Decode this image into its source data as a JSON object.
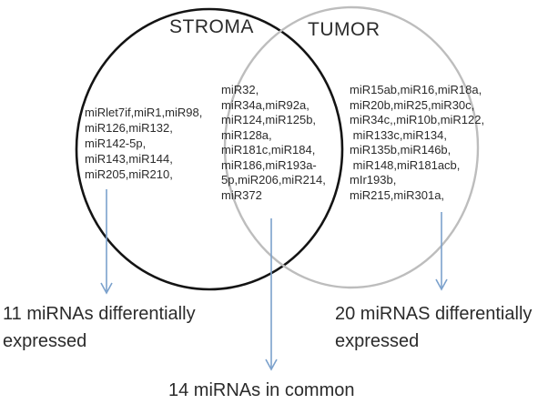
{
  "venn": {
    "left_circle_label": "STROMA",
    "right_circle_label": "TUMOR",
    "stroma_only_mirnas": [
      "miRlet7if,miR1,miR98,",
      "miR126,miR132,",
      "miR142-5p,",
      "miR143,miR144,",
      "miR205,miR210,"
    ],
    "common_mirnas": [
      "miR32,",
      "miR34a,miR92a,",
      "miR124,miR125b,",
      "miR128a,",
      "miR181c,miR184,",
      "miR186,miR193a-",
      "5p,miR206,miR214,",
      "miR372"
    ],
    "tumor_only_mirnas": [
      "miR15ab,miR16,miR18a,",
      "miR20b,miR25,miR30c,",
      "miR34c,,miR10b,miR122,",
      " miR133c,miR134,",
      "miR135b,miR146b,",
      " miR148,miR181acb,",
      "mIr193b,",
      "miR215,miR301a,"
    ],
    "stroma_count_label": "11 miRNAs differentially expressed",
    "tumor_count_label": "20 miRNAS differentially expressed",
    "common_count_label": "14 miRNAs in common"
  },
  "colors": {
    "stroma_circle": "#141414",
    "tumor_circle": "#bdbdbd",
    "arrow": "#7ba1cc",
    "text": "#2b2b2b"
  }
}
